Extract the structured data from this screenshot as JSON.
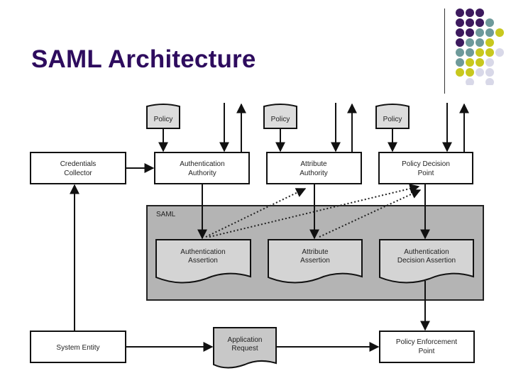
{
  "slide": {
    "title": "SAML Architecture",
    "accent_colors": {
      "title": "#2e0c5e",
      "dot_purple": "#3d1a5e",
      "dot_teal": "#6e9a9a",
      "dot_yellow": "#c8c81e",
      "dot_lavender": "#d8d8e8"
    }
  },
  "decoration": {
    "dot_grid": [
      [
        "purple",
        "purple",
        "purple",
        "",
        "",
        ""
      ],
      [
        "purple",
        "purple",
        "purple",
        "teal",
        "",
        ""
      ],
      [
        "purple",
        "purple",
        "teal",
        "teal",
        "yellow",
        ""
      ],
      [
        "purple",
        "teal",
        "teal",
        "yellow",
        "",
        ""
      ],
      [
        "teal",
        "teal",
        "yellow",
        "yellow",
        "lavender",
        ""
      ],
      [
        "teal",
        "yellow",
        "yellow",
        "lavender",
        "",
        ""
      ],
      [
        "yellow",
        "yellow",
        "lavender",
        "lavender",
        "",
        ""
      ],
      [
        "",
        "lavender",
        "",
        "lavender",
        "",
        ""
      ]
    ]
  },
  "diagram": {
    "policies": [
      {
        "label": "Policy"
      },
      {
        "label": "Policy"
      },
      {
        "label": "Policy"
      }
    ],
    "boxes": {
      "credentials_collector": {
        "line1": "Credentials",
        "line2": "Collector"
      },
      "authentication_authority": {
        "line1": "Authentication",
        "line2": "Authority"
      },
      "attribute_authority": {
        "line1": "Attribute",
        "line2": "Authority"
      },
      "policy_decision_point": {
        "line1": "Policy Decision",
        "line2": "Point"
      },
      "system_entity": {
        "line1": "System Entity"
      },
      "policy_enforcement_point": {
        "line1": "Policy Enforcement",
        "line2": "Point"
      }
    },
    "saml_group": {
      "label": "SAML"
    },
    "assertions": [
      {
        "line1": "Authentication",
        "line2": "Assertion"
      },
      {
        "line1": "Attribute",
        "line2": "Assertion"
      },
      {
        "line1": "Authentication",
        "line2": "Decision Assertion"
      }
    ],
    "application_request": {
      "line1": "Application",
      "line2": "Request"
    }
  }
}
